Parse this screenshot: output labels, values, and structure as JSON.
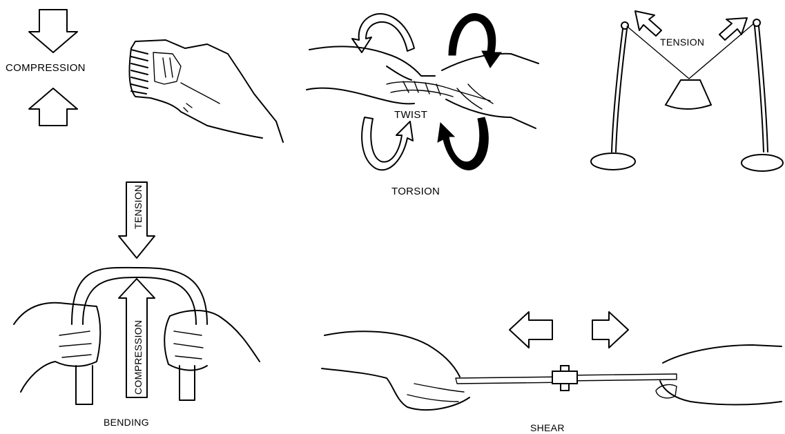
{
  "figure": {
    "labels": {
      "compression": "COMPRESSION",
      "torsion": "TORSION",
      "twist": "TWIST",
      "tension": "TENSION",
      "bending_tension": "TENSION",
      "bending_compression": "COMPRESSION",
      "bending": "BENDING",
      "shear": "SHEAR"
    }
  }
}
